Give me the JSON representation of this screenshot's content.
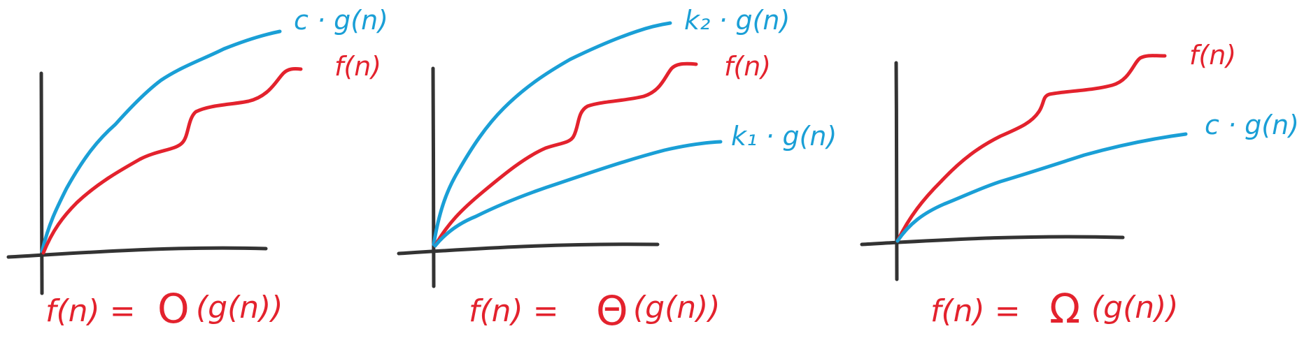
{
  "colors": {
    "axis": "#333333",
    "blue": "#1a9fd6",
    "red": "#e3222d"
  },
  "panels": [
    {
      "id": "big-o",
      "upper_label": "c · g(n)",
      "lower_label": "f(n)",
      "formula_lhs": "f(n) =",
      "formula_symbol": "O",
      "formula_arg": "(g(n))"
    },
    {
      "id": "big-theta",
      "upper_label": "k₂ · g(n)",
      "middle_label": "f(n)",
      "lower_label": "k₁ · g(n)",
      "formula_lhs": "f(n) =",
      "formula_symbol": "Θ",
      "formula_arg": "(g(n))"
    },
    {
      "id": "big-omega",
      "upper_label": "f(n)",
      "lower_label": "c · g(n)",
      "formula_lhs": "f(n) =",
      "formula_symbol": "Ω",
      "formula_arg": "(g(n))"
    }
  ]
}
